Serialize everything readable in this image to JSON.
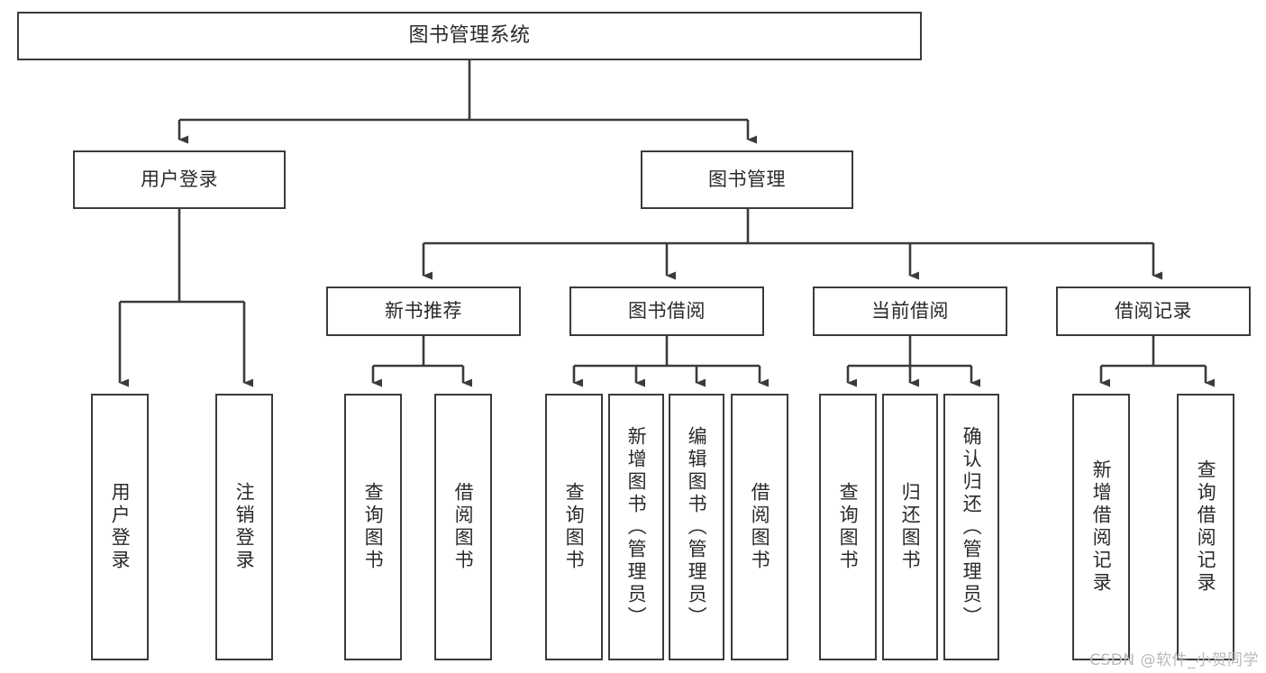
{
  "diagram": {
    "title": "图书管理系统",
    "watermark": "CSDN @软件_小贺同学",
    "type": "tree-hierarchy-diagram",
    "colors": {
      "box_border": "#3b3b3b",
      "box_fill": "#ffffff",
      "connector": "#3b3b3b",
      "text": "#2a2a2a",
      "background": "#ffffff",
      "watermark": "#b9b9b9"
    },
    "root": {
      "label": "图书管理系统",
      "orientation": "horizontal"
    },
    "level2": [
      {
        "label": "用户登录",
        "orientation": "horizontal"
      },
      {
        "label": "图书管理",
        "orientation": "horizontal"
      }
    ],
    "level3": [
      {
        "label": "新书推荐",
        "orientation": "horizontal"
      },
      {
        "label": "图书借阅",
        "orientation": "horizontal"
      },
      {
        "label": "当前借阅",
        "orientation": "horizontal"
      },
      {
        "label": "借阅记录",
        "orientation": "horizontal"
      }
    ],
    "leaves": {
      "user_login": [
        {
          "label": "用户登录",
          "orientation": "vertical"
        },
        {
          "label": "注销登录",
          "orientation": "vertical"
        }
      ],
      "new_book_recommend": [
        {
          "label": "查询图书",
          "orientation": "vertical"
        },
        {
          "label": "借阅图书",
          "orientation": "vertical"
        }
      ],
      "book_borrow": [
        {
          "label": "查询图书",
          "orientation": "vertical"
        },
        {
          "label": "新增图书（管理员）",
          "orientation": "vertical"
        },
        {
          "label": "编辑图书（管理员）",
          "orientation": "vertical"
        },
        {
          "label": "借阅图书",
          "orientation": "vertical"
        }
      ],
      "current_borrow": [
        {
          "label": "查询图书",
          "orientation": "vertical"
        },
        {
          "label": "归还图书",
          "orientation": "vertical"
        },
        {
          "label": "确认归还（管理员）",
          "orientation": "vertical"
        }
      ],
      "borrow_record": [
        {
          "label": "新增借阅记录",
          "orientation": "vertical"
        },
        {
          "label": "查询借阅记录",
          "orientation": "vertical"
        }
      ]
    }
  }
}
